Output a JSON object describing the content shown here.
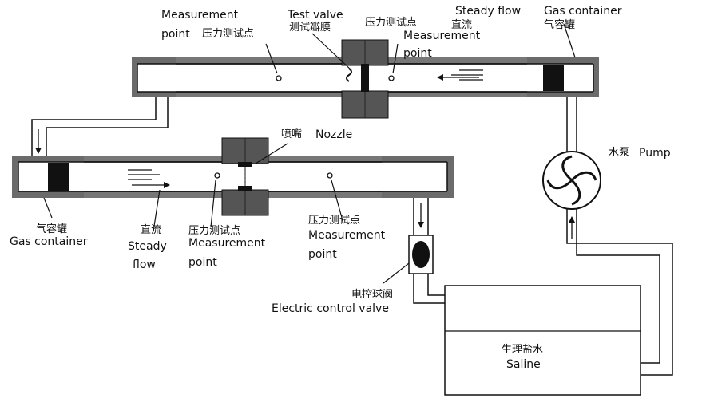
{
  "labels": {
    "measurement_top_left_en": "Measurement",
    "measurement_top_left_point": "point",
    "measurement_top_left_cn": "压力测试点",
    "test_valve_en": "Test valve",
    "test_valve_cn": "测试瓣膜",
    "measurement_top_right_cn": "压力测试点",
    "measurement_top_right_en": "Measurement",
    "measurement_top_right_point": "point",
    "steady_flow_top_en": "Steady flow",
    "steady_flow_top_cn": "直流",
    "gas_container_top_en": "Gas container",
    "gas_container_top_cn": "气容罐",
    "nozzle_cn": "喷嘴",
    "nozzle_en": "Nozzle",
    "pump_cn": "水泵",
    "pump_en": "Pump",
    "gas_container_bottom_cn": "气容罐",
    "gas_container_bottom_en": "Gas container",
    "steady_flow_bottom_cn": "直流",
    "steady_flow_bottom_en1": "Steady",
    "steady_flow_bottom_en2": "flow",
    "measurement_bottom_mid_cn": "压力测试点",
    "measurement_bottom_mid_en": "Measurement",
    "measurement_bottom_mid_point": "point",
    "measurement_bottom_right_cn": "压力测试点",
    "measurement_bottom_right_en": "Measurement",
    "measurement_bottom_right_point": "point",
    "electric_valve_cn": "电控球阀",
    "electric_valve_en": "Electric control valve",
    "saline_cn": "生理盐水",
    "saline_en": "Saline"
  }
}
